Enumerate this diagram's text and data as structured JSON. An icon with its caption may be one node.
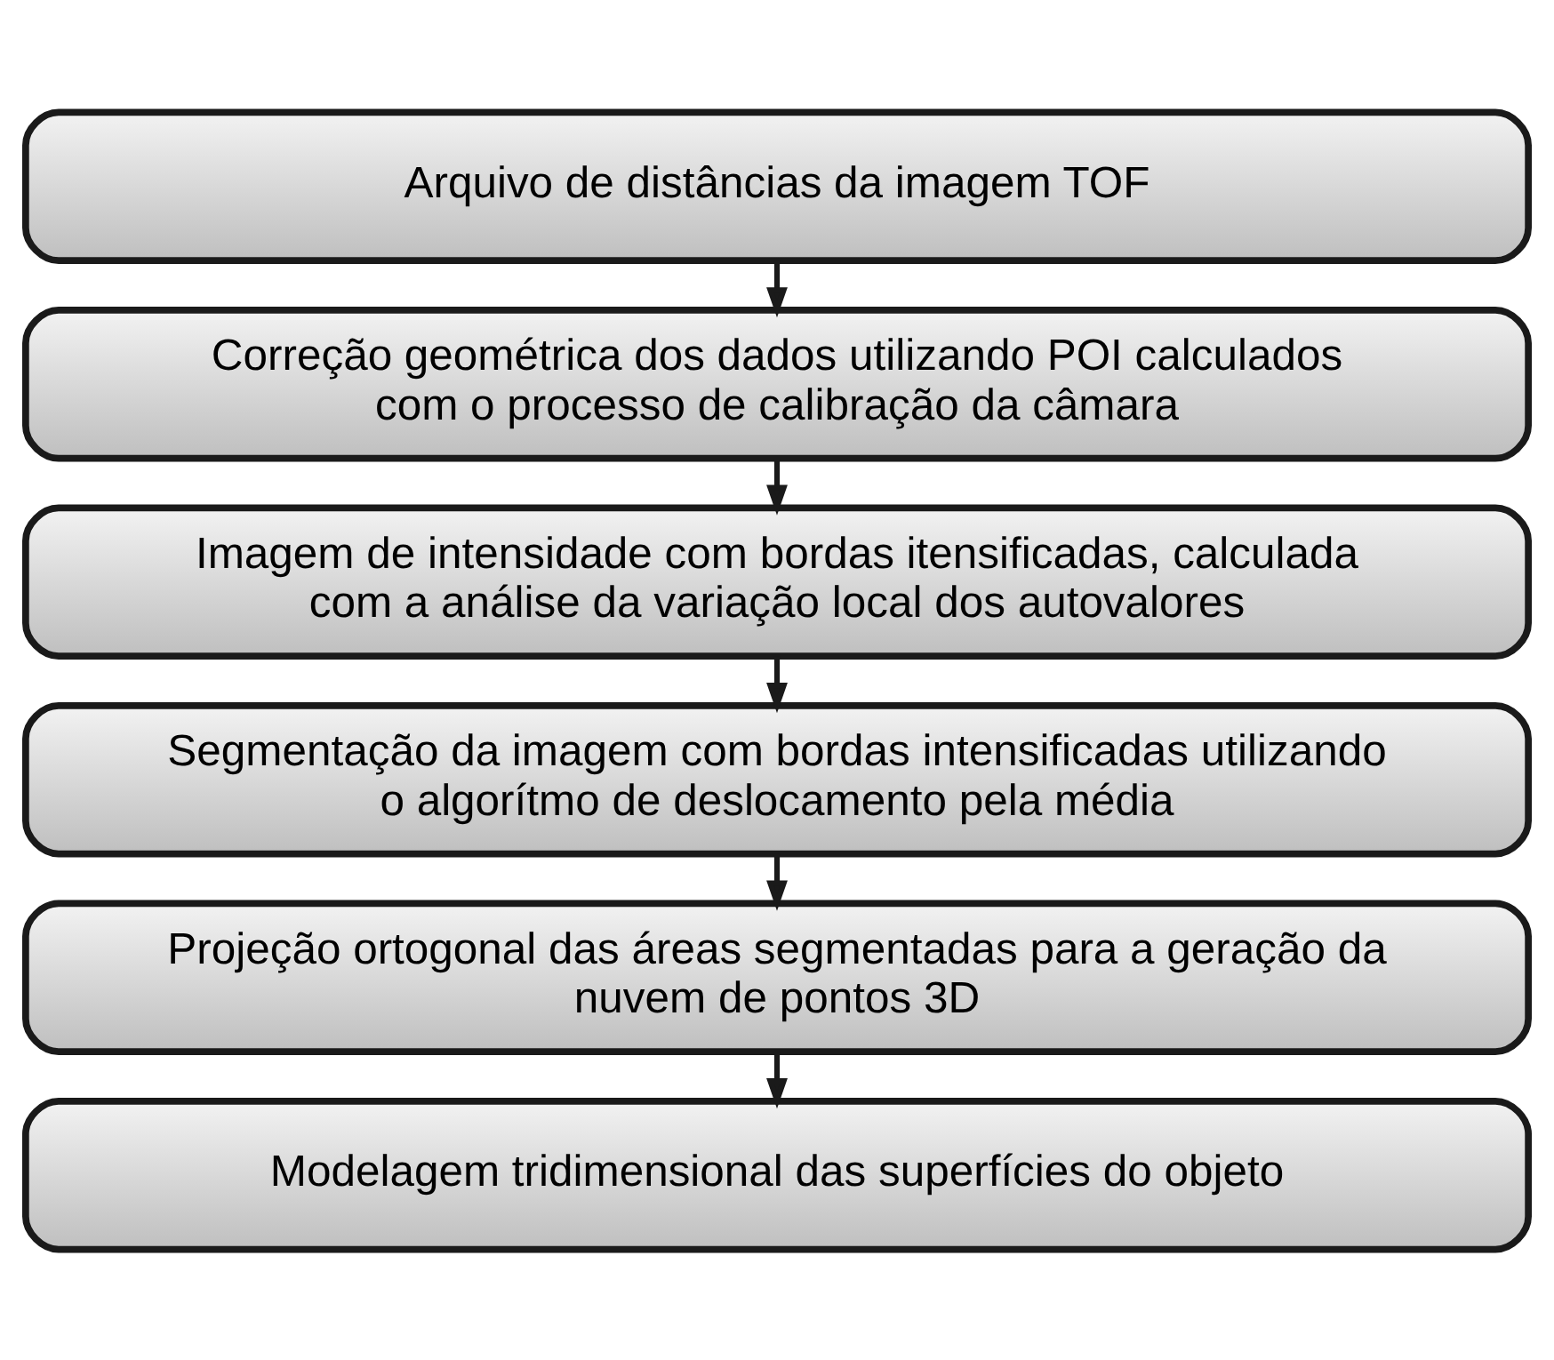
{
  "diagram": {
    "nodes": [
      {
        "text": [
          "Arquivo de distâncias da imagem TOF"
        ]
      },
      {
        "text": [
          "Correção geométrica dos dados utilizando POI calculados com o processo de calibração da câmara"
        ]
      },
      {
        "text": [
          "Imagem de intensidade com bordas itensificadas, calculada com a análise da variação local dos autovalores"
        ]
      },
      {
        "text": [
          "Segmentação da imagem com bordas intensificadas utilizando o algorítmo de deslocamento pela média"
        ]
      },
      {
        "text": [
          "Projeção ortogonal das áreas segmentadas para a geração da nuvem de pontos 3D"
        ]
      },
      {
        "text": [
          "Modelagem tridimensional das superfícies do objeto"
        ]
      }
    ],
    "edges": [
      {
        "from": 0,
        "to": 1,
        "arrow": "to"
      },
      {
        "from": 1,
        "to": 2,
        "arrow": "to"
      },
      {
        "from": 2,
        "to": 3,
        "arrow": "to"
      },
      {
        "from": 3,
        "to": 4,
        "arrow": "to"
      },
      {
        "from": 4,
        "to": 5,
        "arrow": "to"
      }
    ]
  }
}
